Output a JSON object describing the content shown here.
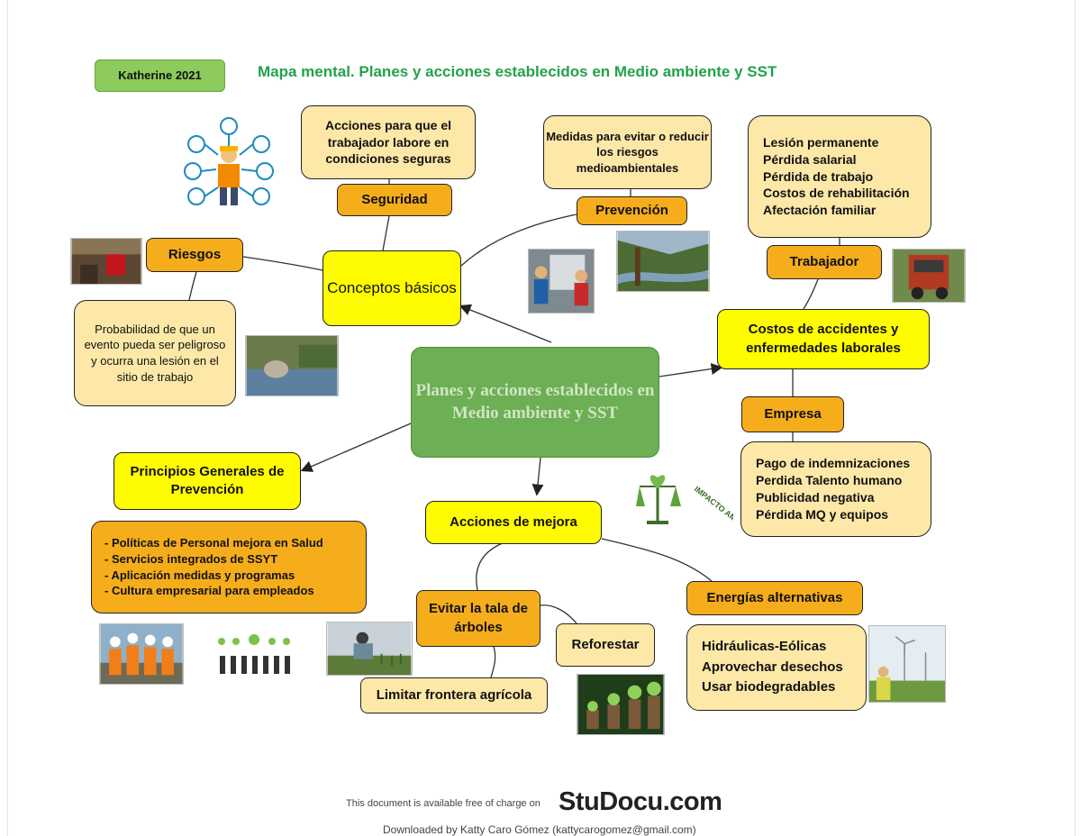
{
  "author_tag": "Katherine 2021",
  "title": "Mapa mental.  Planes y acciones establecidos en Medio ambiente y SST",
  "central": "Planes y acciones establecidos en Medio ambiente y SST",
  "conceptos": "Conceptos básicos",
  "seguridad": {
    "label": "Seguridad",
    "desc": "Acciones para que el trabajador labore en condiciones seguras"
  },
  "prevencion": {
    "label": "Prevención",
    "desc": "Medidas para evitar o reducir los riesgos medioambientales"
  },
  "riesgos": {
    "label": "Riesgos",
    "desc": "Probabilidad de que un evento pueda ser peligroso y ocurra una lesión en el sitio de trabajo"
  },
  "costos": "Costos de accidentes y enfermedades laborales",
  "trabajador": {
    "label": "Trabajador",
    "items": [
      "Lesión permanente",
      "Pérdida salarial",
      "Pérdida de trabajo",
      "Costos de  rehabilitación",
      "Afectación familiar"
    ]
  },
  "empresa": {
    "label": "Empresa",
    "items": [
      "Pago de indemnizaciones",
      "Perdida Talento humano",
      "Publicidad negativa",
      "Pérdida MQ y equipos"
    ]
  },
  "principios": {
    "label": "Principios Generales de Prevención",
    "items": [
      "- Políticas de Personal mejora en Salud",
      "- Servicios integrados de SSYT",
      "- Aplicación medidas y programas",
      "- Cultura empresarial para empleados"
    ]
  },
  "acciones": "Acciones de mejora",
  "evitar_tala": "Evitar la tala de árboles",
  "reforestar": "Reforestar",
  "limitar": "Limitar frontera agrícola",
  "energias": {
    "label": "Energías alternativas",
    "items": [
      "Hidráulicas-Eólicas",
      "Aprovechar desechos",
      "Usar biodegradables"
    ]
  },
  "impacto": "IMPACTO AMBIENTAL",
  "footer": {
    "available": "This document is available free of charge on",
    "brand": "StuDocu.com",
    "downloaded": "Downloaded by Katty Caro Gómez (kattycarogomez@gmail.com)"
  },
  "colors": {
    "orange": "#f6ad1b",
    "yellow": "#fffb00",
    "cream": "#fde8a8",
    "central": "#6daf54",
    "title": "#22a24a"
  }
}
